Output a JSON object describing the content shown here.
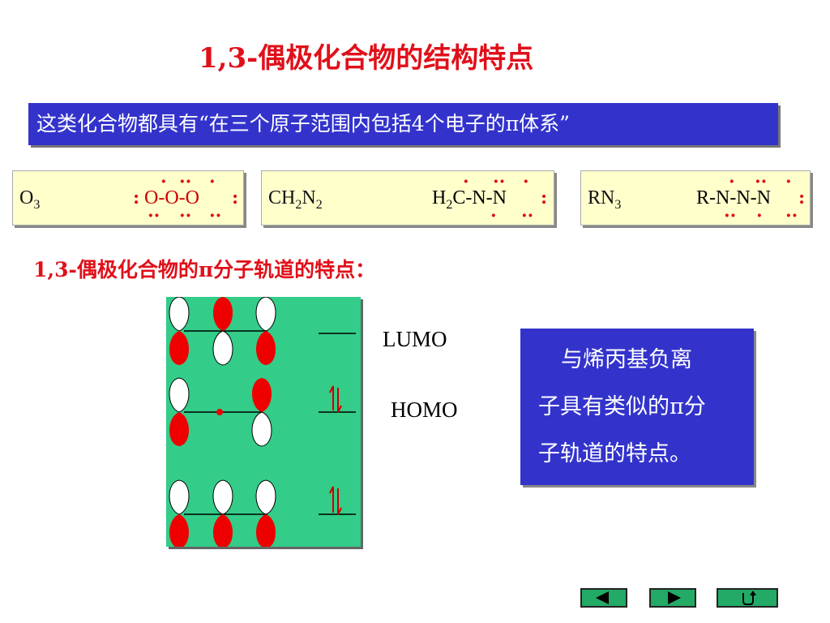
{
  "title": "1,3-偶极化合物的结构特点",
  "banner": "这类化合物都具有“在三个原子范围内包括4个电子的π体系”",
  "formulas": [
    {
      "name": "O",
      "sub": "3",
      "structure": "O-O-O"
    },
    {
      "name_a": "CH",
      "sub_a": "2",
      "name_b": "N",
      "sub_b": "2",
      "structure_a": "H",
      "structure_sub": "2",
      "structure_b": "C-N-N"
    },
    {
      "name": "RN",
      "sub": "3",
      "structure": "R-N-N-N"
    }
  ],
  "subheading": "1,3-偶极化合物的π分子轨道的特点：",
  "lumo_label": "LUMO",
  "homo_label": "HOMO",
  "note_lines": [
    "与烯丙基负离",
    "子具有类似的π分",
    "子轨道的特点。"
  ],
  "nav": {
    "prev": "previous-arrow",
    "next": "next-arrow",
    "return": "return-arrow"
  },
  "colors": {
    "accent_red": "#e0101a",
    "banner_blue": "#3333cc",
    "panel_green": "#33cc88",
    "box_yellow": "#ffffcc"
  }
}
